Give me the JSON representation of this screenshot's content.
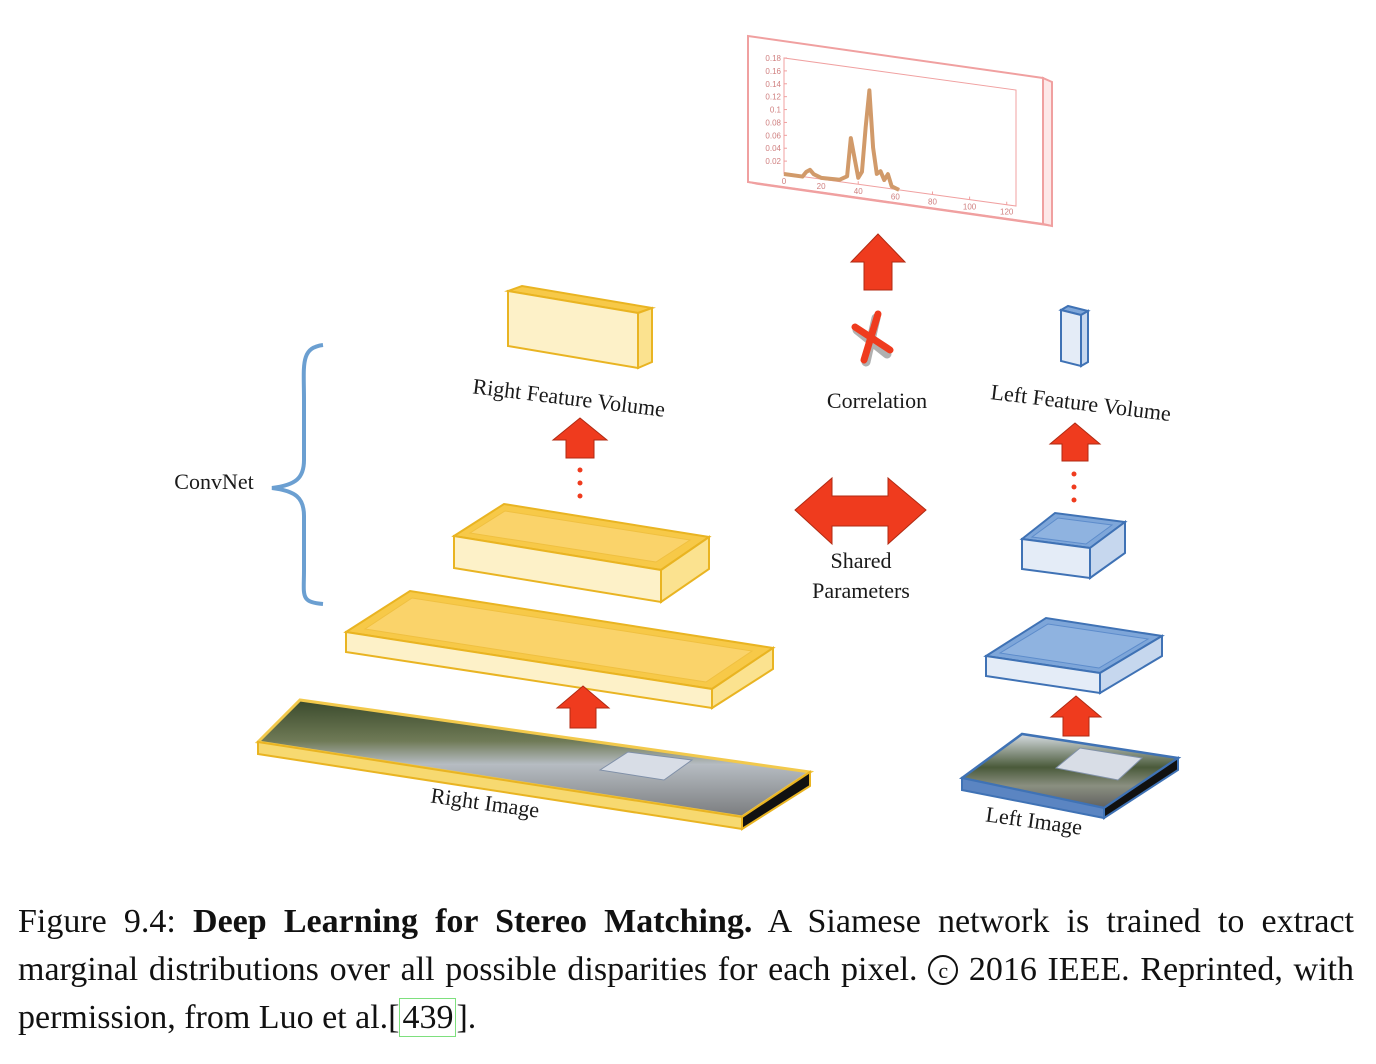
{
  "labels": {
    "convnet": "ConvNet",
    "right_feature_volume": "Right Feature Volume",
    "left_feature_volume": "Left Feature Volume",
    "correlation": "Correlation",
    "shared_line1": "Shared",
    "shared_line2": "Parameters",
    "right_image": "Right Image",
    "left_image": "Left Image"
  },
  "plot": {
    "x_ticks": [
      "0",
      "20",
      "40",
      "60",
      "80",
      "100",
      "120"
    ],
    "y_ticks": [
      "0.02",
      "0.04",
      "0.06",
      "0.08",
      "0.1",
      "0.12",
      "0.14",
      "0.16",
      "0.18"
    ],
    "points": [
      [
        0,
        0
      ],
      [
        10,
        0
      ],
      [
        12,
        0.008
      ],
      [
        14,
        0.012
      ],
      [
        16,
        0.006
      ],
      [
        20,
        0.002
      ],
      [
        30,
        0.003
      ],
      [
        34,
        0.01
      ],
      [
        36,
        0.07
      ],
      [
        38,
        0.04
      ],
      [
        40,
        0.01
      ],
      [
        42,
        0.02
      ],
      [
        44,
        0.09
      ],
      [
        46,
        0.148
      ],
      [
        48,
        0.06
      ],
      [
        50,
        0.02
      ],
      [
        52,
        0.025
      ],
      [
        54,
        0.012
      ],
      [
        56,
        0.022
      ],
      [
        58,
        0.004
      ],
      [
        62,
        0
      ]
    ],
    "xlim": [
      0,
      125
    ],
    "ylim": [
      0,
      0.18
    ]
  },
  "caption": {
    "figure_number": "Figure 9.4:",
    "title": "Deep Learning for Stereo Matching.",
    "text1": "A Siamese network is trained to extract marginal distributions over all possible disparities for each pixel.",
    "copyright_symbol": "c",
    "text2": "2016 IEEE. Reprinted, with permission, from Luo et al.",
    "ref_open": "[",
    "ref_number": "439",
    "ref_close": "]."
  },
  "colors": {
    "yellow_top": "#f7c948",
    "yellow_face": "#fdf1c8",
    "yellow_edge": "#e9b422",
    "blue_top": "#7ea6d9",
    "blue_face": "#e4ecf7",
    "blue_edge": "#3f72b5",
    "arrow_red": "#ef3b1e",
    "plot_border": "#f0a0a0",
    "plot_line": "#d19a6a",
    "brace": "#6b9fd1"
  }
}
